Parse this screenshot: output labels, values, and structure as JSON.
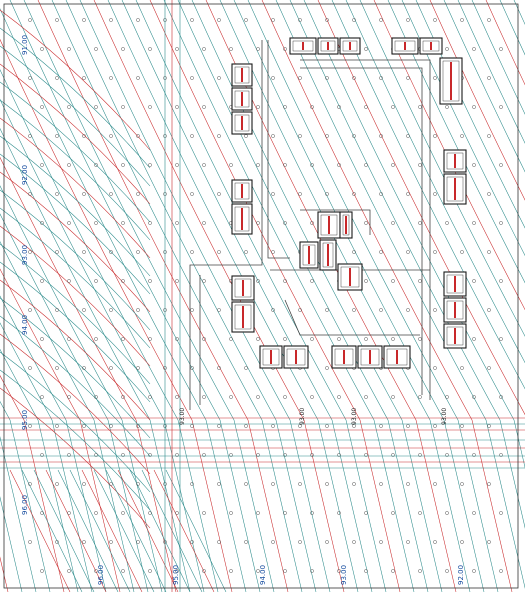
{
  "drawing": {
    "colors": {
      "contour_teal": "#2a8a8a",
      "contour_red": "#c8282a",
      "building": "#1a1a1a",
      "label_blue": "#1a4fa0",
      "elev_marker": "#555555",
      "frame": "#333333"
    },
    "left_axis_labels": [
      "91.00",
      "92.00",
      "93.00",
      "94.00",
      "95.00",
      "96.00"
    ],
    "bottom_axis_labels": [
      "96.00",
      "95.00",
      "94.00",
      "93.00",
      "92.00"
    ],
    "road_labels": [
      "93.00",
      "93.00",
      "93.00",
      "93.00"
    ]
  }
}
